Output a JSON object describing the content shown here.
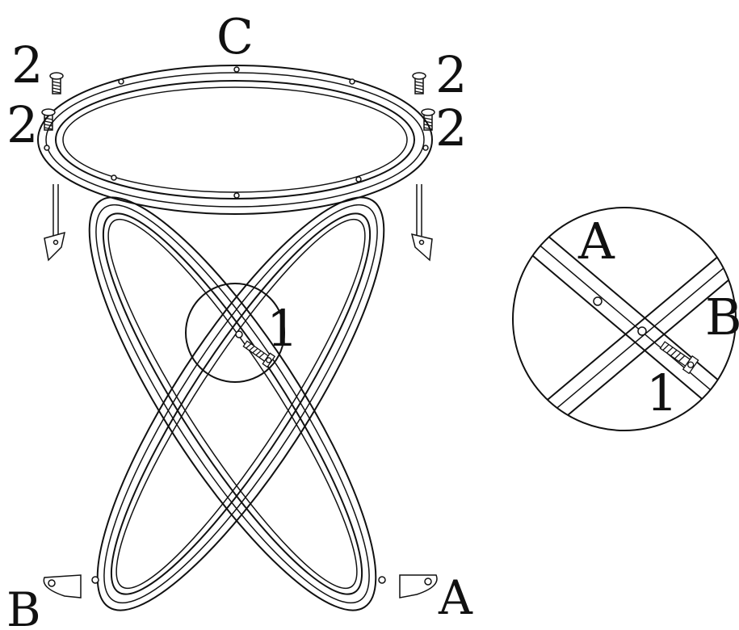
{
  "labels": {
    "top_ring": "C",
    "leg_a": "A",
    "leg_b": "B",
    "bolt_top": "2",
    "bolt_cross": "1",
    "detail_a": "A",
    "detail_b": "B",
    "detail_1": "1"
  },
  "colors": {
    "line": "#111111",
    "background": "#ffffff"
  }
}
